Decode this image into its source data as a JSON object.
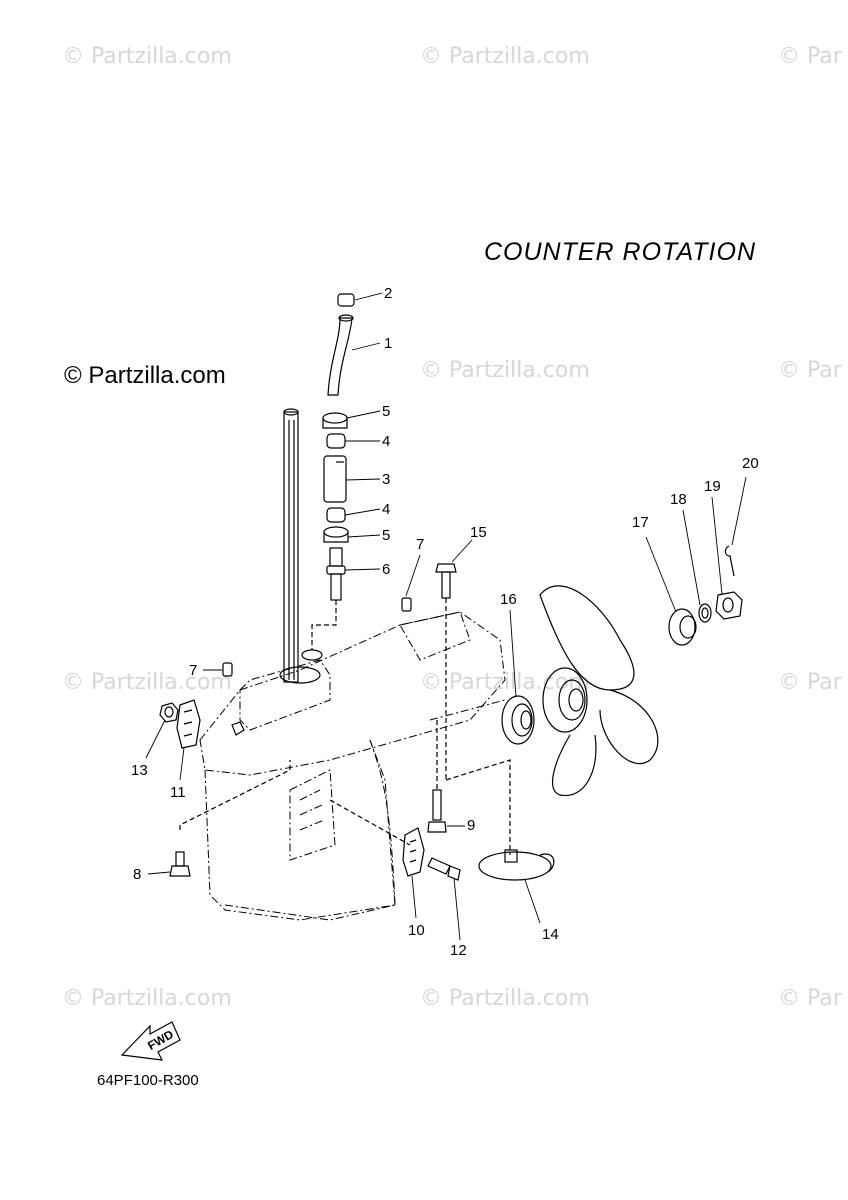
{
  "header": {
    "title": "COUNTER  ROTATION",
    "copyright": "© Partzilla.com"
  },
  "watermark": "© Partzilla.com",
  "watermark_cut": "© Par",
  "footer": {
    "diagram_code": "64PF100-R300",
    "fwd_label": "FWD"
  },
  "callouts": [
    "2",
    "1",
    "5",
    "4",
    "3",
    "4",
    "5",
    "6",
    "7",
    "15",
    "16",
    "17",
    "18",
    "19",
    "20",
    "7",
    "13",
    "11",
    "9",
    "8",
    "10",
    "12",
    "14"
  ],
  "colors": {
    "line": "#000000",
    "watermark": "#d6d6d6"
  }
}
